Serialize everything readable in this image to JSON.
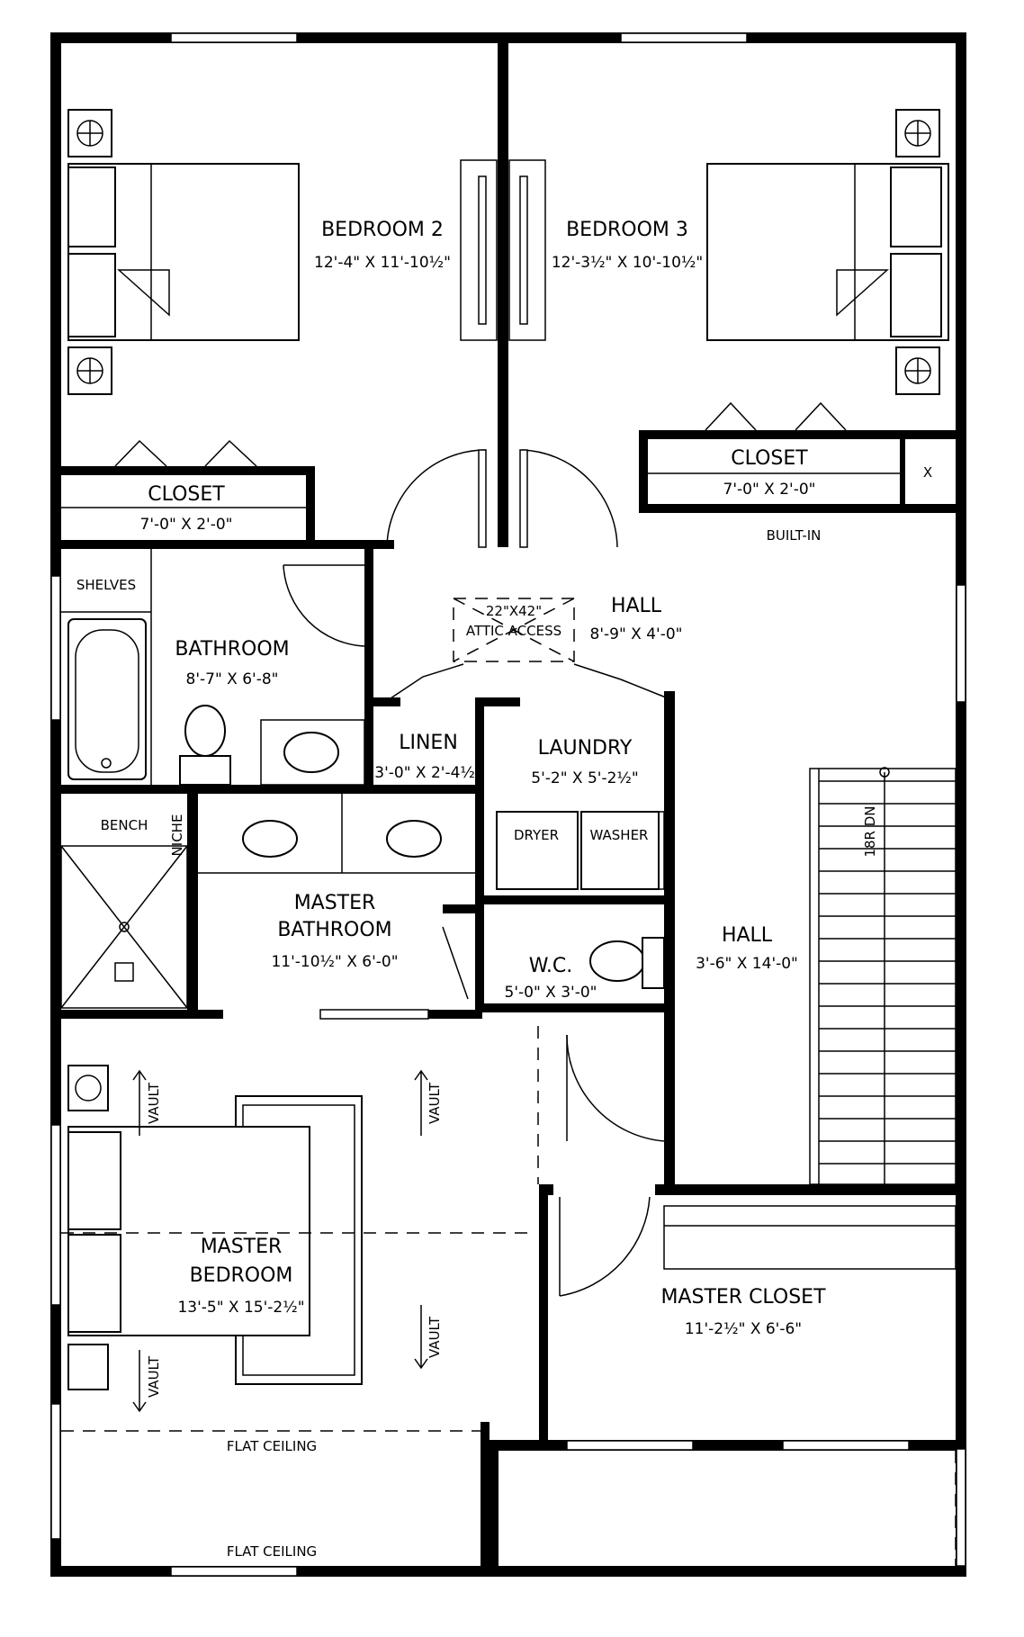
{
  "rooms": {
    "bedroom2": {
      "name": "BEDROOM 2",
      "dims": "12'-4\" X 11'-10½\""
    },
    "bedroom3": {
      "name": "BEDROOM 3",
      "dims": "12'-3½\" X 10'-10½\""
    },
    "closet_left": {
      "name": "CLOSET",
      "dims": "7'-0\" X 2'-0\""
    },
    "closet_right": {
      "name": "CLOSET",
      "dims": "7'-0\" X 2'-0\""
    },
    "hall_upper": {
      "name": "HALL",
      "dims": "8'-9\" X 4'-0\""
    },
    "bathroom": {
      "name": "BATHROOM",
      "dims": "8'-7\" X 6'-8\""
    },
    "linen": {
      "name": "LINEN",
      "dims": "3'-0\" X 2'-4½\""
    },
    "laundry": {
      "name": "LAUNDRY",
      "dims": "5'-2\" X 5'-2½\""
    },
    "master_bathroom": {
      "name_line1": "MASTER",
      "name_line2": "BATHROOM",
      "dims": "11'-10½\" X 6'-0\""
    },
    "wc": {
      "name": "W.C.",
      "dims": "5'-0\" X 3'-0\""
    },
    "hall_lower": {
      "name": "HALL",
      "dims": "3'-6\" X 14'-0\""
    },
    "master_bedroom": {
      "name_line1": "MASTER",
      "name_line2": "BEDROOM",
      "dims": "13'-5\" X 15'-2½\""
    },
    "master_closet": {
      "name": "MASTER CLOSET",
      "dims": "11'-2½\" X 6'-6\""
    }
  },
  "labels": {
    "built_in": "BUILT-IN",
    "shelves": "SHELVES",
    "attic_size": "22\"X42\"",
    "attic_access": "ATTIC ACCESS",
    "dryer": "DRYER",
    "washer": "WASHER",
    "bench": "BENCH",
    "niche": "NICHE",
    "stairs": "18R DN",
    "vault": "VAULT",
    "flat_ceiling": "FLAT CEILING",
    "closet_x": "X"
  },
  "colors": {
    "line": "#000000",
    "background": "#ffffff"
  }
}
